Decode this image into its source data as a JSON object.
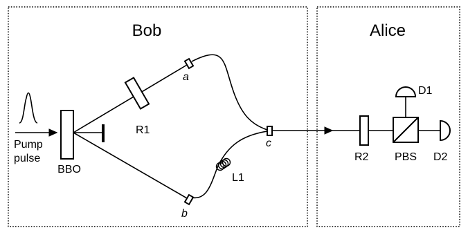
{
  "boxes": {
    "bob": {
      "title": "Bob"
    },
    "alice": {
      "title": "Alice"
    }
  },
  "source": {
    "pump_label_line1": "Pump",
    "pump_label_line2": "pulse",
    "crystal_label": "BBO"
  },
  "components": {
    "r1": "R1",
    "r2": "R2",
    "l1": "L1",
    "pbs": "PBS",
    "d1": "D1",
    "d2": "D2"
  },
  "ports": {
    "a": "a",
    "b": "b",
    "c": "c"
  }
}
